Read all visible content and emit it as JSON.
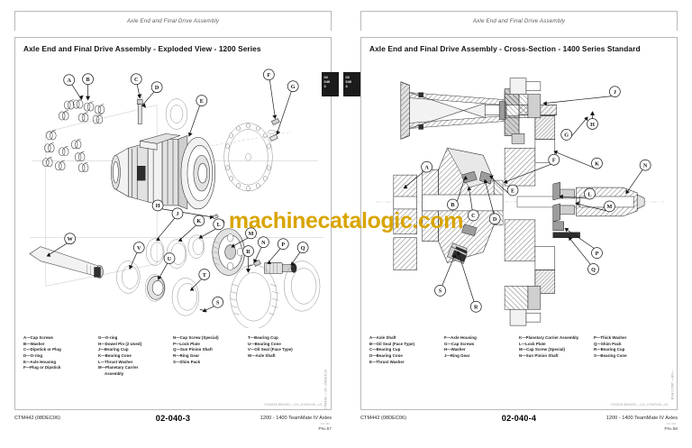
{
  "document": {
    "running_header": "Axle End and Final Drive Assembly",
    "manual_code": "CTM442 (08DEC06)",
    "manual_title": "1200 - 1400 TeamMate IV Axles",
    "watermark": "machinecatalogic.com",
    "watermark_color": "#d9a400"
  },
  "left_page": {
    "running_header": "Axle End and Final Drive Assembly",
    "section_title": "Axle End and Final Drive Assembly - Exploded View - 1200 Series",
    "figure_id": "CTM442 —19—29DEC06",
    "art_credit": "YZ00025.8900002   —19—07NOV06—1/1",
    "tab": {
      "line1": "02",
      "line2": "040",
      "line3": "3"
    },
    "legend_columns": [
      [
        {
          "key": "A",
          "label": "Cap Screws"
        },
        {
          "key": "B",
          "label": "Washer"
        },
        {
          "key": "C",
          "label": "Dipstick or Plug"
        },
        {
          "key": "D",
          "label": "O-ring"
        },
        {
          "key": "E",
          "label": "Axle Housing"
        },
        {
          "key": "F",
          "label": "Plug or Dipstick"
        }
      ],
      [
        {
          "key": "G",
          "label": "O-ring"
        },
        {
          "key": "H",
          "label": "Dowel Pin (2 Used)"
        },
        {
          "key": "J",
          "label": "Bearing Cup"
        },
        {
          "key": "K",
          "label": "Bearing Cone"
        },
        {
          "key": "L",
          "label": "Thrust Washer"
        },
        {
          "key": "M",
          "label": "Planetary Carrier",
          "label2": "Assembly"
        }
      ],
      [
        {
          "key": "N",
          "label": "Cap Screw (Special)"
        },
        {
          "key": "P",
          "label": "Lock Plate"
        },
        {
          "key": "Q",
          "label": "Sun Pinion Shaft"
        },
        {
          "key": "R",
          "label": "Ring Gear"
        },
        {
          "key": "S",
          "label": "Shim Pack"
        }
      ],
      [
        {
          "key": "T",
          "label": "Bearing Cup"
        },
        {
          "key": "U",
          "label": "Bearing Cone"
        },
        {
          "key": "V",
          "label": "Oil Seal (Face Type)"
        },
        {
          "key": "W",
          "label": "Axle Shaft"
        }
      ]
    ],
    "callouts": [
      "A",
      "B",
      "C",
      "D",
      "E",
      "F",
      "G",
      "H",
      "J",
      "K",
      "L",
      "M",
      "N",
      "P",
      "Q",
      "R",
      "S",
      "T",
      "U",
      "V",
      "W"
    ],
    "footer": {
      "left": "CTM442 (08DEC06)",
      "center": "02-040-3",
      "right": "1200 - 1400 TeamMate IV Axles",
      "page_number": "PN=57",
      "page_number_sup": "121 100"
    }
  },
  "right_page": {
    "running_header": "Axle End and Final Drive Assembly",
    "section_title": "Axle End and Final Drive Assembly - Cross-Section - 1400 Series Standard",
    "figure_id": "RXA0076P —UN—",
    "art_credit": "YZ00025.8900003   —19—07NOV06—1/1",
    "tab": {
      "line1": "02",
      "line2": "040",
      "line3": "4"
    },
    "legend_columns": [
      [
        {
          "key": "A",
          "label": "Axle Shaft"
        },
        {
          "key": "B",
          "label": "Oil Seal (Face Type)"
        },
        {
          "key": "C",
          "label": "Bearing Cup"
        },
        {
          "key": "D",
          "label": "Bearing Cone"
        },
        {
          "key": "E",
          "label": "Thrust Washer"
        }
      ],
      [
        {
          "key": "F",
          "label": "Axle Housing"
        },
        {
          "key": "G",
          "label": "Cap Screws"
        },
        {
          "key": "H",
          "label": "Washer"
        },
        {
          "key": "J",
          "label": "Ring Gear"
        }
      ],
      [
        {
          "key": "K",
          "label": "Planetary Carrier Assembly"
        },
        {
          "key": "L",
          "label": "Lock Plate"
        },
        {
          "key": "M",
          "label": "Cap Screw (Special)"
        },
        {
          "key": "N",
          "label": "Sun Pinion Shaft"
        }
      ],
      [
        {
          "key": "P",
          "label": "Thick Washer"
        },
        {
          "key": "Q",
          "label": "Shim Pack"
        },
        {
          "key": "R",
          "label": "Bearing Cup"
        },
        {
          "key": "S",
          "label": "Bearing Cone"
        }
      ]
    ],
    "callouts": [
      "A",
      "B",
      "C",
      "D",
      "E",
      "F",
      "G",
      "H",
      "J",
      "K",
      "L",
      "M",
      "N",
      "P",
      "Q",
      "R",
      "S"
    ],
    "footer": {
      "left": "CTM442 (08DEC06)",
      "center": "02-040-4",
      "right": "1200 - 1400 TeamMate IV Axles",
      "page_number": "PN=58",
      "page_number_sup": "121 100"
    }
  }
}
